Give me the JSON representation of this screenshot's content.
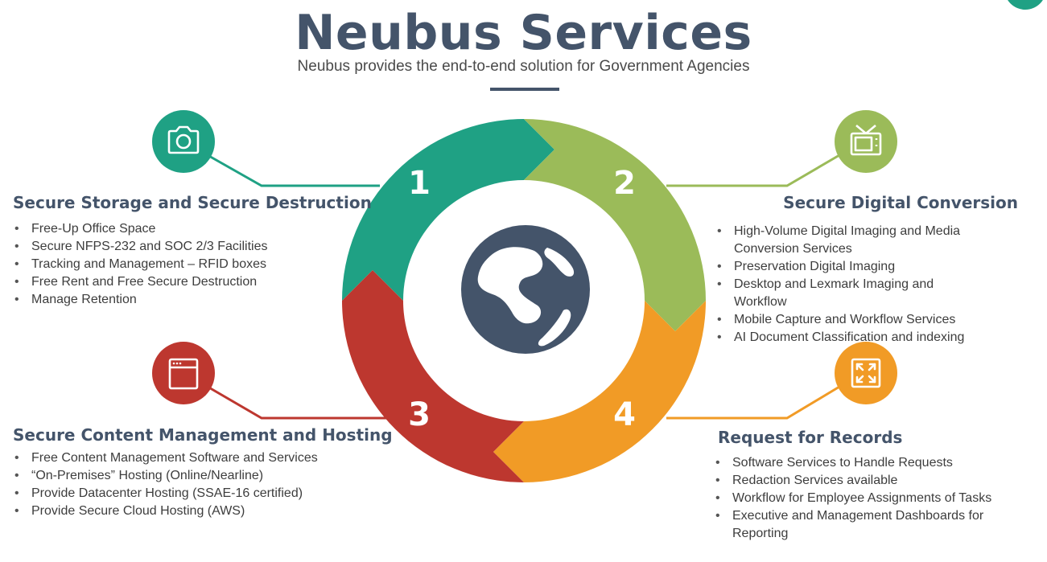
{
  "title": "Neubus Services",
  "subtitle": "Neubus provides the end-to-end solution for Government Agencies",
  "colors": {
    "title": "#44546a",
    "teal": "#1fa184",
    "green": "#9bbb59",
    "orange": "#f19b26",
    "red": "#bd372f",
    "globe": "#44546a"
  },
  "center_icon": "globe-icon",
  "segments": [
    {
      "number": "1",
      "icon": "camera-icon",
      "color": "#1fa184",
      "heading": "Secure Storage and Secure Destruction",
      "items": [
        "Free-Up Office Space",
        "Secure NFPS-232 and SOC 2/3 Facilities",
        "Tracking and Management – RFID boxes",
        "Free Rent and Free Secure Destruction",
        "Manage Retention"
      ]
    },
    {
      "number": "2",
      "icon": "tv-icon",
      "color": "#9bbb59",
      "heading": "Secure Digital Conversion",
      "items": [
        "High-Volume Digital Imaging and Media Conversion Services",
        "Preservation Digital Imaging",
        "Desktop and Lexmark Imaging and Workflow",
        "Mobile Capture and Workflow Services",
        "AI Document Classification and indexing"
      ]
    },
    {
      "number": "3",
      "icon": "browser-window-icon",
      "color": "#bd372f",
      "heading": "Secure Content Management and Hosting",
      "items": [
        "Free Content Management Software and Services",
        "“On-Premises” Hosting (Online/Nearline)",
        "Provide Datacenter Hosting (SSAE-16 certified)",
        "Provide Secure Cloud Hosting (AWS)"
      ]
    },
    {
      "number": "4",
      "icon": "expand-arrows-icon",
      "color": "#f19b26",
      "heading": "Request for Records",
      "items": [
        "Software Services to Handle Requests",
        "Redaction Services available",
        "Workflow for Employee Assignments of Tasks",
        "Executive and Management Dashboards for Reporting"
      ]
    }
  ]
}
